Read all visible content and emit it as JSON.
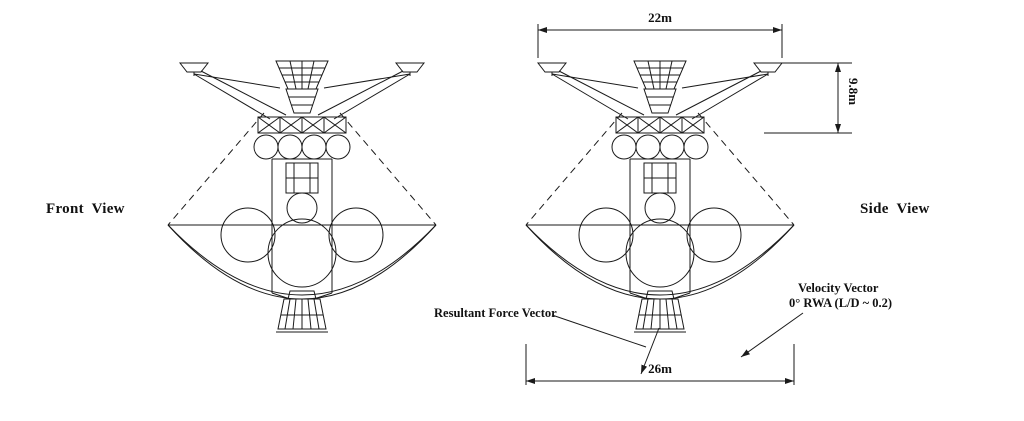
{
  "figure": {
    "background": "#ffffff",
    "ink_color": "#1a1a1a",
    "views": {
      "front": {
        "label": "Front View"
      },
      "side": {
        "label": "Side View"
      }
    },
    "dimensions": {
      "top_width": {
        "label": "22m"
      },
      "right_height": {
        "label": "9.8m"
      },
      "bottom_width": {
        "label": "26m"
      }
    },
    "annotations": {
      "resultant_force": {
        "label": "Resultant Force Vector"
      },
      "velocity": {
        "label_line1": "Velocity Vector",
        "label_line2": "0° RWA (L/D ~ 0.2)"
      }
    }
  }
}
